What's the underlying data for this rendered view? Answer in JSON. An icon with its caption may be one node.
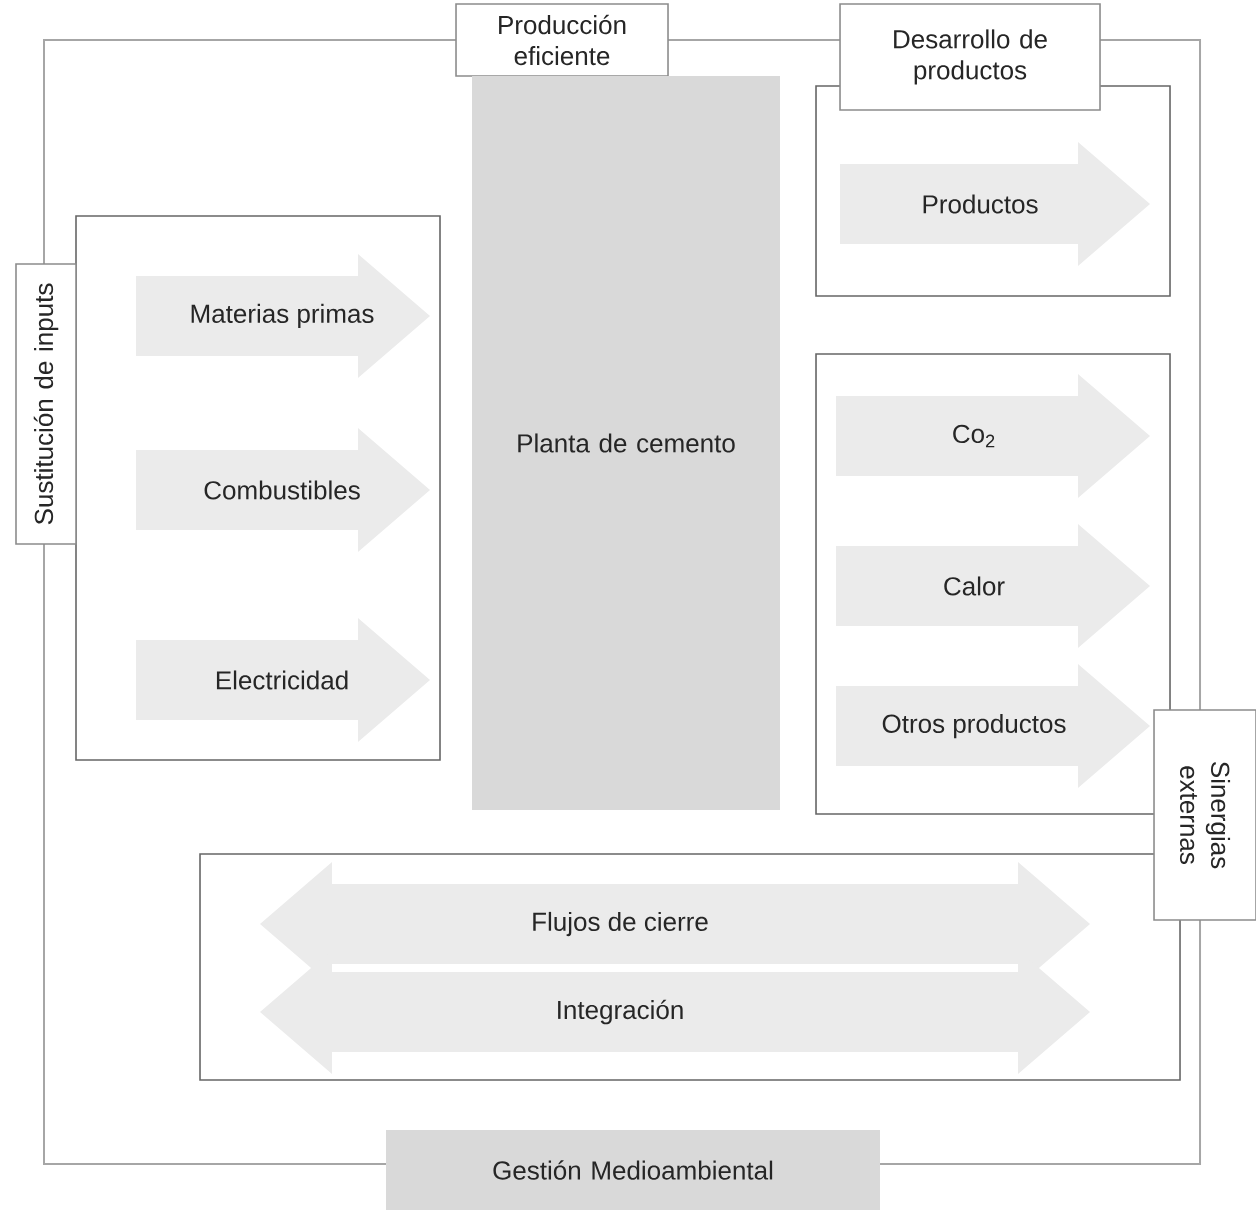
{
  "diagram": {
    "nodes": [
      {
        "text": [
          "Sustitución de inputs"
        ]
      },
      {
        "text": [],
        "shape": "box"
      },
      {
        "text": [
          "Materias primas"
        ],
        "in": 1
      },
      {
        "text": [
          "Combustibles"
        ],
        "in": 1
      },
      {
        "text": [
          "Electricidad"
        ],
        "in": 1
      },
      {
        "text": [
          "Producción eficiente"
        ]
      },
      {
        "text": [
          "Planta de cemento"
        ]
      },
      {
        "text": [
          "Desarrollo de productos"
        ]
      },
      {
        "text": [],
        "shape": "box"
      },
      {
        "text": [
          "Productos"
        ],
        "in": 8
      },
      {
        "text": [],
        "shape": "box"
      },
      {
        "text": [
          "Co$_{2}$"
        ],
        "in": 10
      },
      {
        "text": [
          "Calor"
        ],
        "in": 10
      },
      {
        "text": [
          "Otros productos"
        ],
        "in": 10
      },
      {
        "text": [
          "Sinergias externas"
        ]
      },
      {
        "text": [],
        "shape": "box"
      },
      {
        "text": [
          "Flujos de cierre"
        ],
        "in": 15
      },
      {
        "text": [
          "Integración"
        ],
        "in": 15
      },
      {
        "text": [
          "Gestión Medioambiental"
        ]
      }
    ]
  }
}
